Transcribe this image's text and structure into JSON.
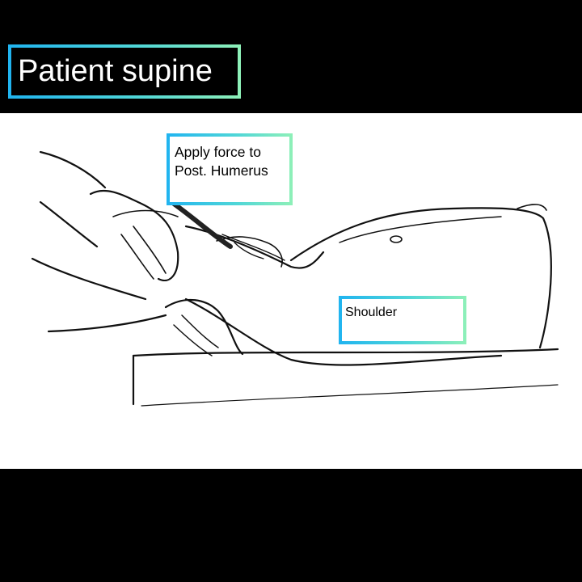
{
  "title": "Patient supine",
  "labels": {
    "force": [
      "Apply force to",
      "Post. Humerus"
    ],
    "shoulder": "Shoulder"
  },
  "colors": {
    "band": "#000000",
    "panel": "#ffffff",
    "frame_start": "#20b4f0",
    "frame_end": "#8ef0b8",
    "line": "#111111"
  },
  "illustration": "line drawing of examiner hands on supine patient's arm"
}
